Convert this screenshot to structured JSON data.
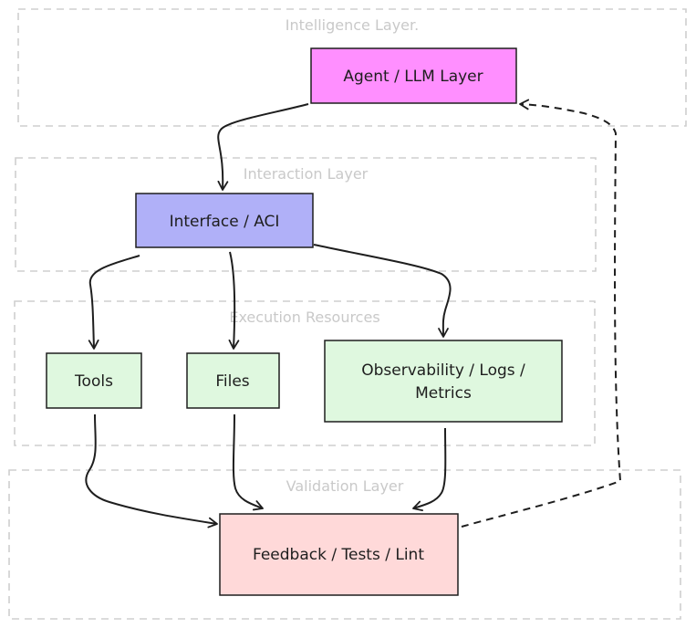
{
  "colors": {
    "agent": "#ff8fff",
    "interface": "#b0b0f8",
    "resource": "#dff8df",
    "feedback": "#ffd9d9",
    "layer_border": "#cfcfcf",
    "layer_text": "#c9c9c9",
    "stroke": "#1e1e1e"
  },
  "layers": {
    "intelligence": "Intelligence Layer.",
    "interaction": "Interaction Layer",
    "execution": "Execution Resources",
    "validation": "Validation Layer"
  },
  "nodes": {
    "agent": "Agent / LLM Layer",
    "interface": "Interface / ACI",
    "tools": "Tools",
    "files": "Files",
    "observability_line1": "Observability / Logs /",
    "observability_line2": "Metrics",
    "feedback": "Feedback / Tests / Lint"
  },
  "edges": [
    {
      "from": "agent",
      "to": "interface",
      "style": "solid"
    },
    {
      "from": "interface",
      "to": "tools",
      "style": "solid"
    },
    {
      "from": "interface",
      "to": "files",
      "style": "solid"
    },
    {
      "from": "interface",
      "to": "observability",
      "style": "solid"
    },
    {
      "from": "tools",
      "to": "feedback",
      "style": "solid"
    },
    {
      "from": "files",
      "to": "feedback",
      "style": "solid"
    },
    {
      "from": "observability",
      "to": "feedback",
      "style": "solid"
    },
    {
      "from": "feedback",
      "to": "agent",
      "style": "dashed"
    }
  ]
}
